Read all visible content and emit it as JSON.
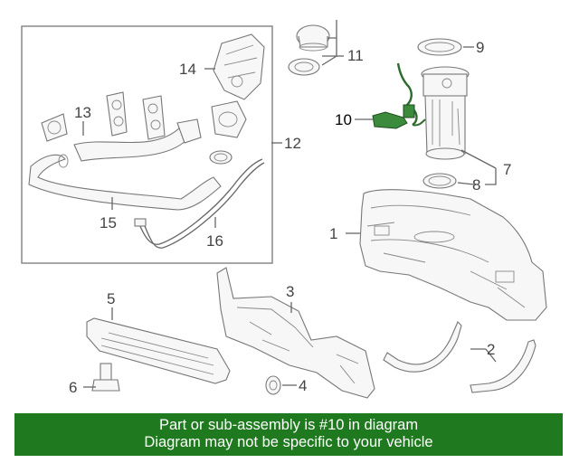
{
  "callouts": {
    "c1": "1",
    "c2": "2",
    "c3": "3",
    "c4": "4",
    "c5": "5",
    "c6": "6",
    "c7": "7",
    "c8": "8",
    "c9": "9",
    "c10": "10",
    "c11": "11",
    "c12": "12",
    "c13": "13",
    "c14": "14",
    "c15": "15",
    "c16": "16"
  },
  "highlight": {
    "part": "10",
    "color": "#2e6b2e"
  },
  "banner": {
    "line1": "Part or sub-assembly is #10 in diagram",
    "line2": "Diagram may not be specific to your vehicle",
    "background": "#1f7a1f",
    "text_color": "#ffffff"
  }
}
